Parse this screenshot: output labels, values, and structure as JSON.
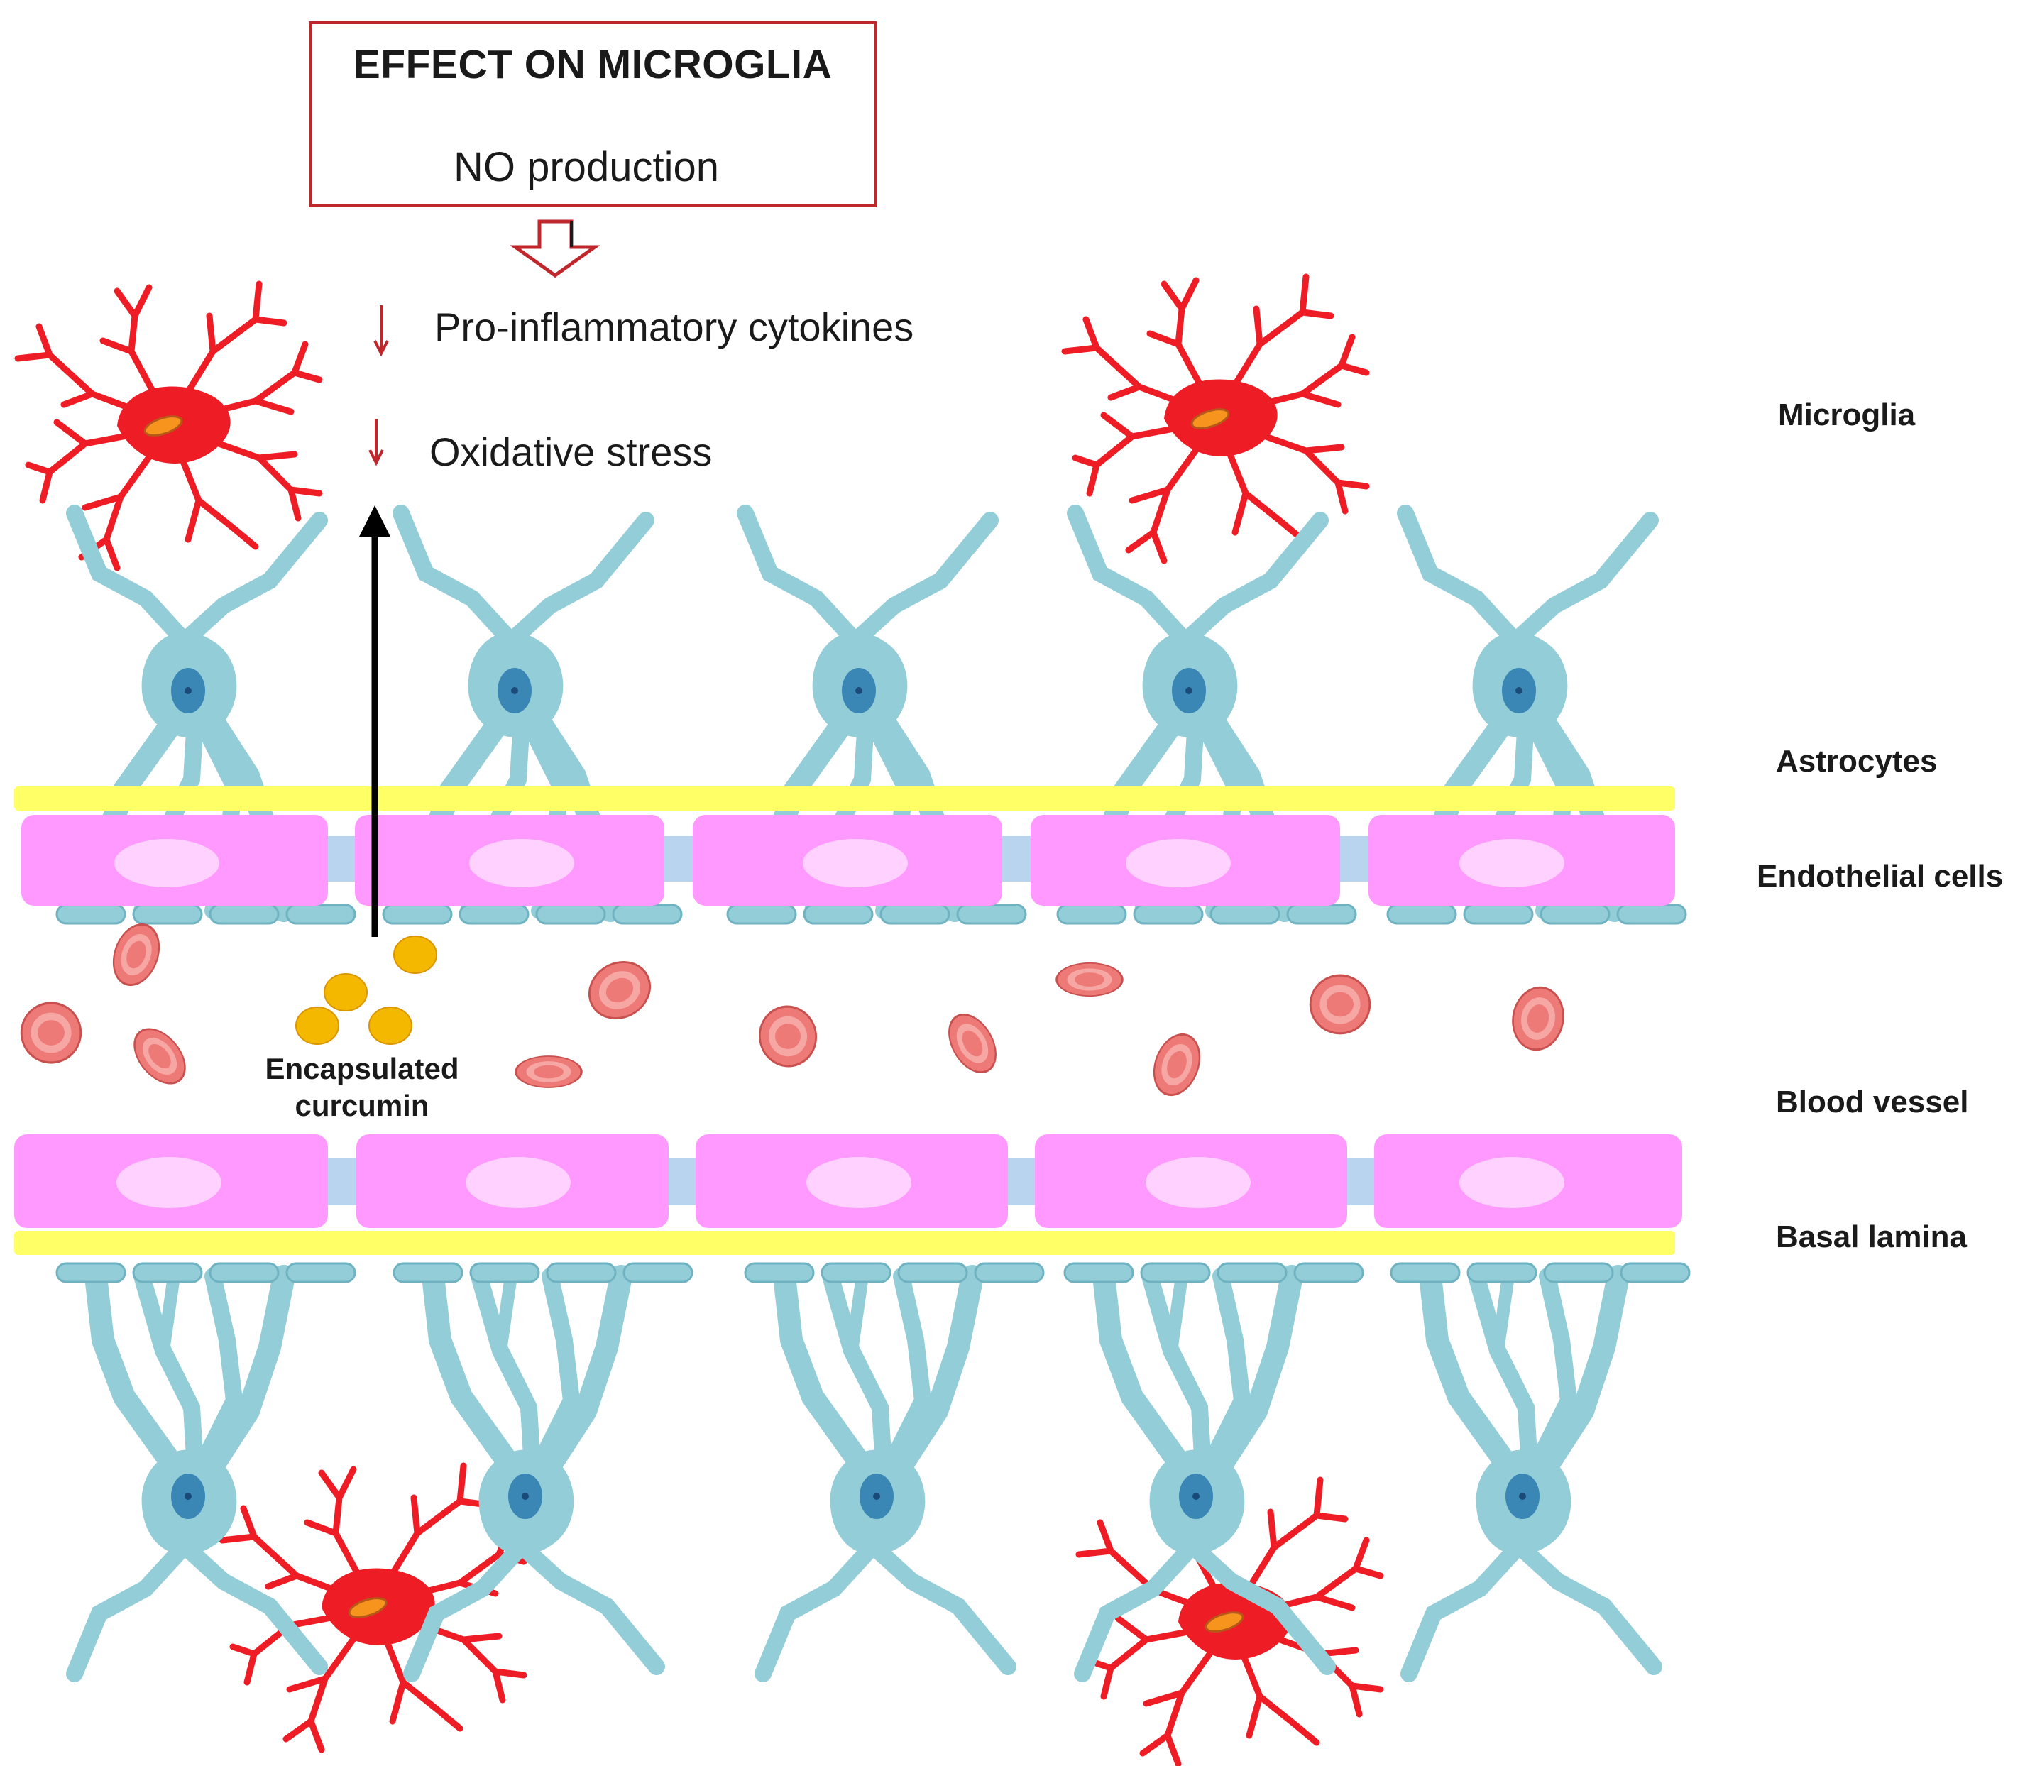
{
  "effect_box": {
    "title": "EFFECT ON MICROGLIA",
    "item": "NO production"
  },
  "effects": [
    {
      "text": "Pro-inflammatory  cytokines",
      "direction": "decrease"
    },
    {
      "text": "Oxidative stress",
      "direction": "decrease"
    }
  ],
  "labels": {
    "microglia": "Microglia",
    "astrocytes": "Astrocytes",
    "endothelial": "Endothelial cells",
    "blood_vessel": "Blood vessel",
    "basal_lamina": "Basal lamina"
  },
  "curcumin": {
    "line1": "Encapsulated",
    "line2": "curcumin"
  },
  "colors": {
    "frame": "#c0272d",
    "microglia": "#ee1c25",
    "microglia_nucleus": "#f7941d",
    "astrocyte": "#93cdd8",
    "astrocyte_nucleus": "#3a87b5",
    "endothelial": "#ff99ff",
    "endothelial_nucleus": "#ffd1ff",
    "junction": "#b8d4ee",
    "basal_lamina": "#ffff66",
    "rbc": "#ee7a78",
    "curcumin": "#f5b800",
    "arrow": "#000000"
  }
}
